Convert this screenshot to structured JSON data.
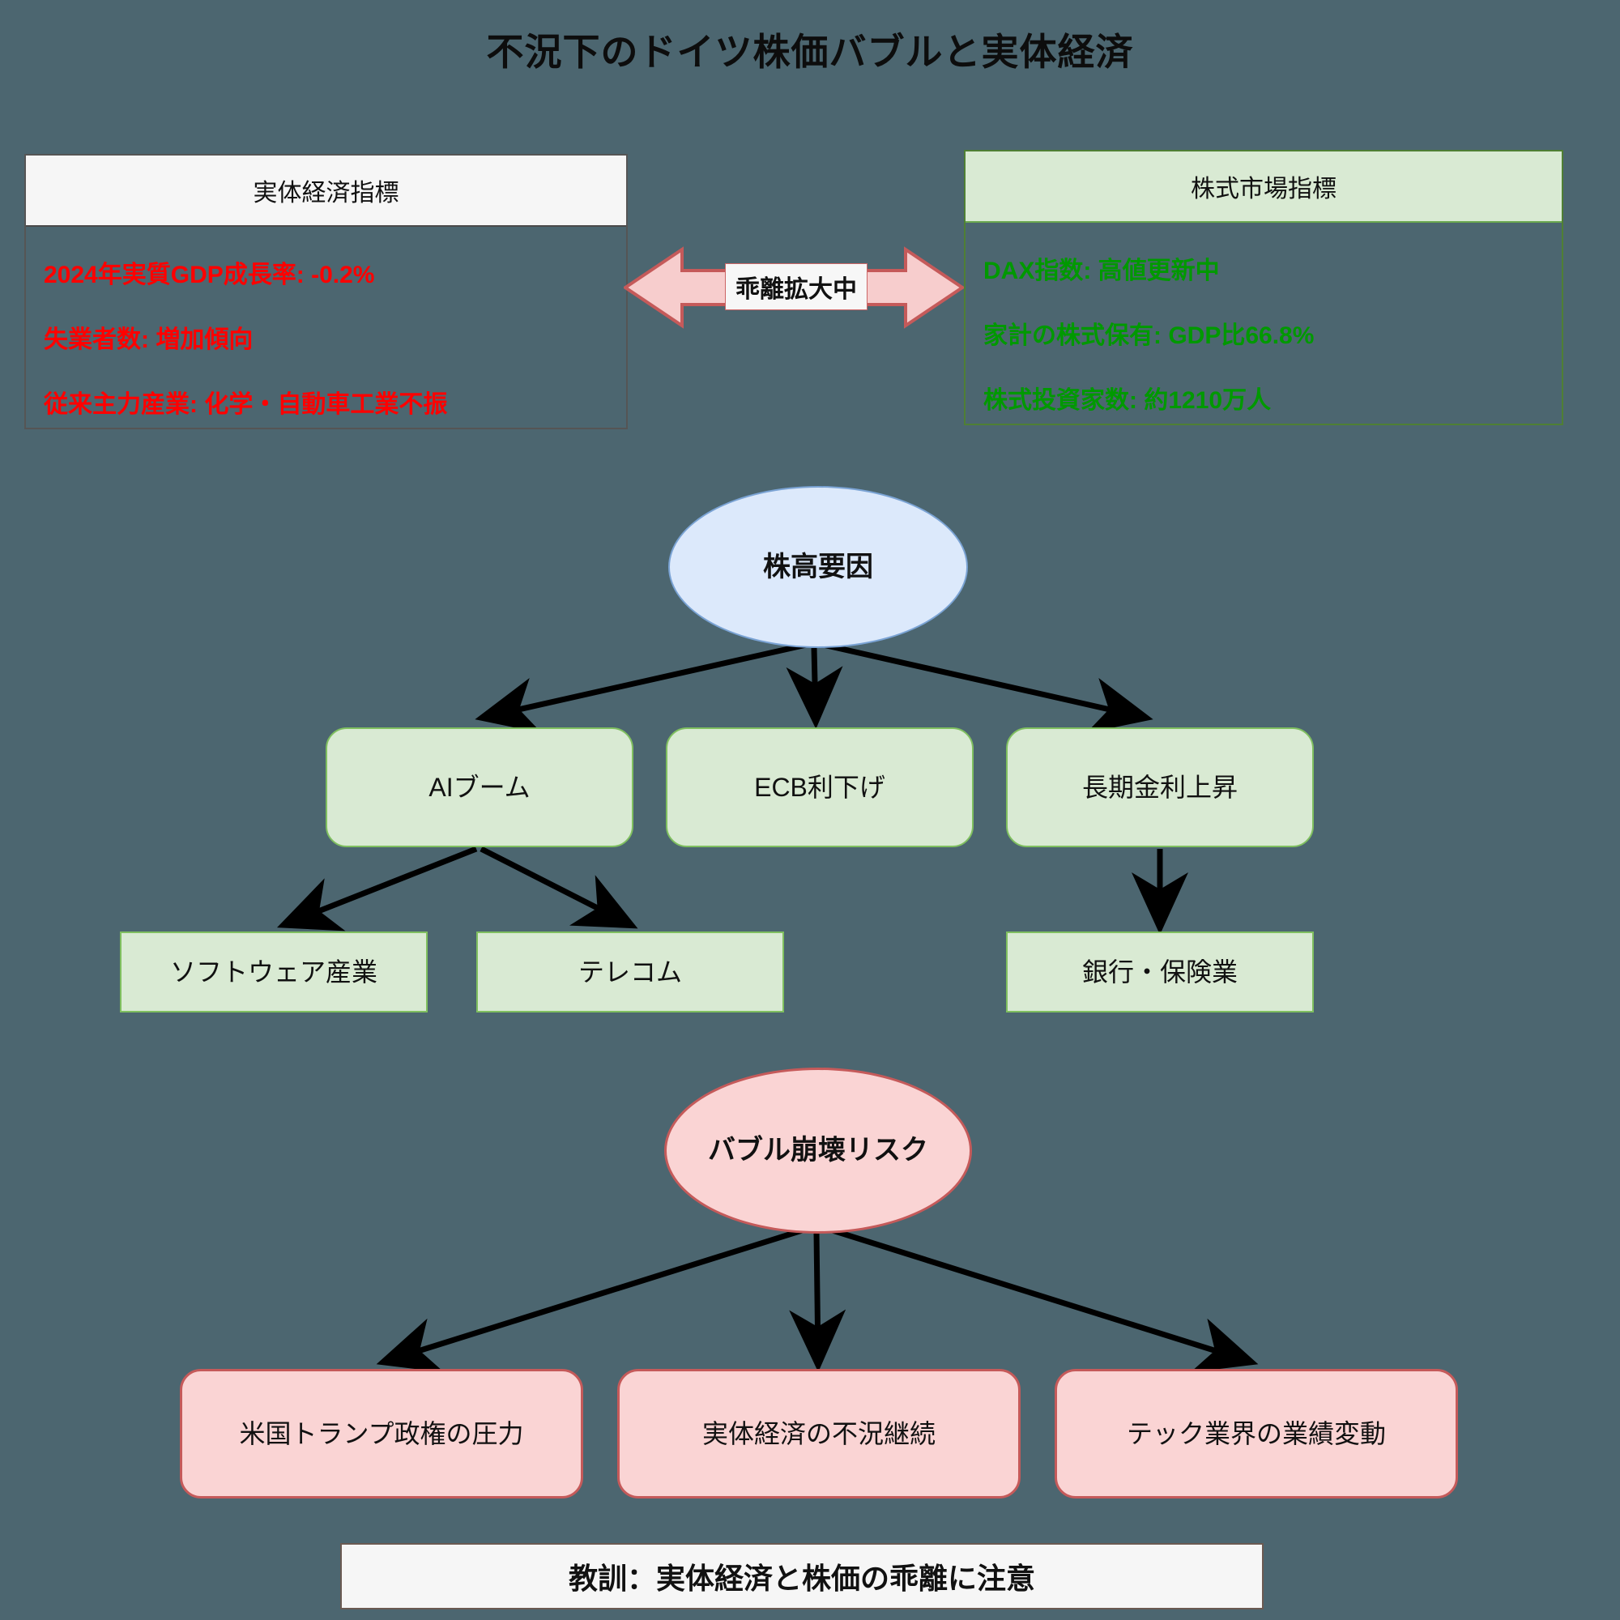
{
  "page": {
    "title": "不況下のドイツ株価バブルと実体経済",
    "background_color": "#4c6670"
  },
  "panels": {
    "real_economy": {
      "header": "実体経済指標",
      "header_bg": "#f6f6f6",
      "text_color": "#ff0000",
      "lines": [
        "2024年実質GDP成長率: -0.2%",
        "失業者数: 増加傾向",
        "従来主力産業: 化学・自動車工業不振"
      ]
    },
    "stock_market": {
      "header": "株式市場指標",
      "header_bg": "#d9ead3",
      "text_color": "#009900",
      "lines": [
        "DAX指数: 高値更新中",
        "家計の株式保有: GDP比66.8%",
        "株式投資家数: 約1210万人"
      ]
    }
  },
  "divergence": {
    "label": "乖離拡大中",
    "arrow_fill": "#f7cdcd",
    "arrow_stroke": "#c55a5a"
  },
  "nodes": {
    "kabudaka": "株高要因",
    "ai_boom": "AIブーム",
    "ecb_cut": "ECB利下げ",
    "long_rate": "長期金利上昇",
    "software": "ソフトウェア産業",
    "telecom": "テレコム",
    "bank_insurance": "銀行・保険業",
    "bubble_risk": "バブル崩壊リスク",
    "trump_pressure": "米国トランプ政権の圧力",
    "recession_continues": "実体経済の不況継続",
    "tech_earnings": "テック業界の業績変動"
  },
  "colors": {
    "blue_ellipse_fill": "#dce9fb",
    "blue_ellipse_stroke": "#7aa3d4",
    "pink_ellipse_fill": "#fad4d4",
    "pink_ellipse_stroke": "#c55a5a",
    "green_box_fill": "#d9ead3",
    "green_box_stroke": "#7fbf5f",
    "pink_box_fill": "#fad4d4",
    "pink_box_stroke": "#c55a5a",
    "edge_color": "#000000"
  },
  "footer": {
    "text": "教訓：実体経済と株価の乖離に注意"
  }
}
